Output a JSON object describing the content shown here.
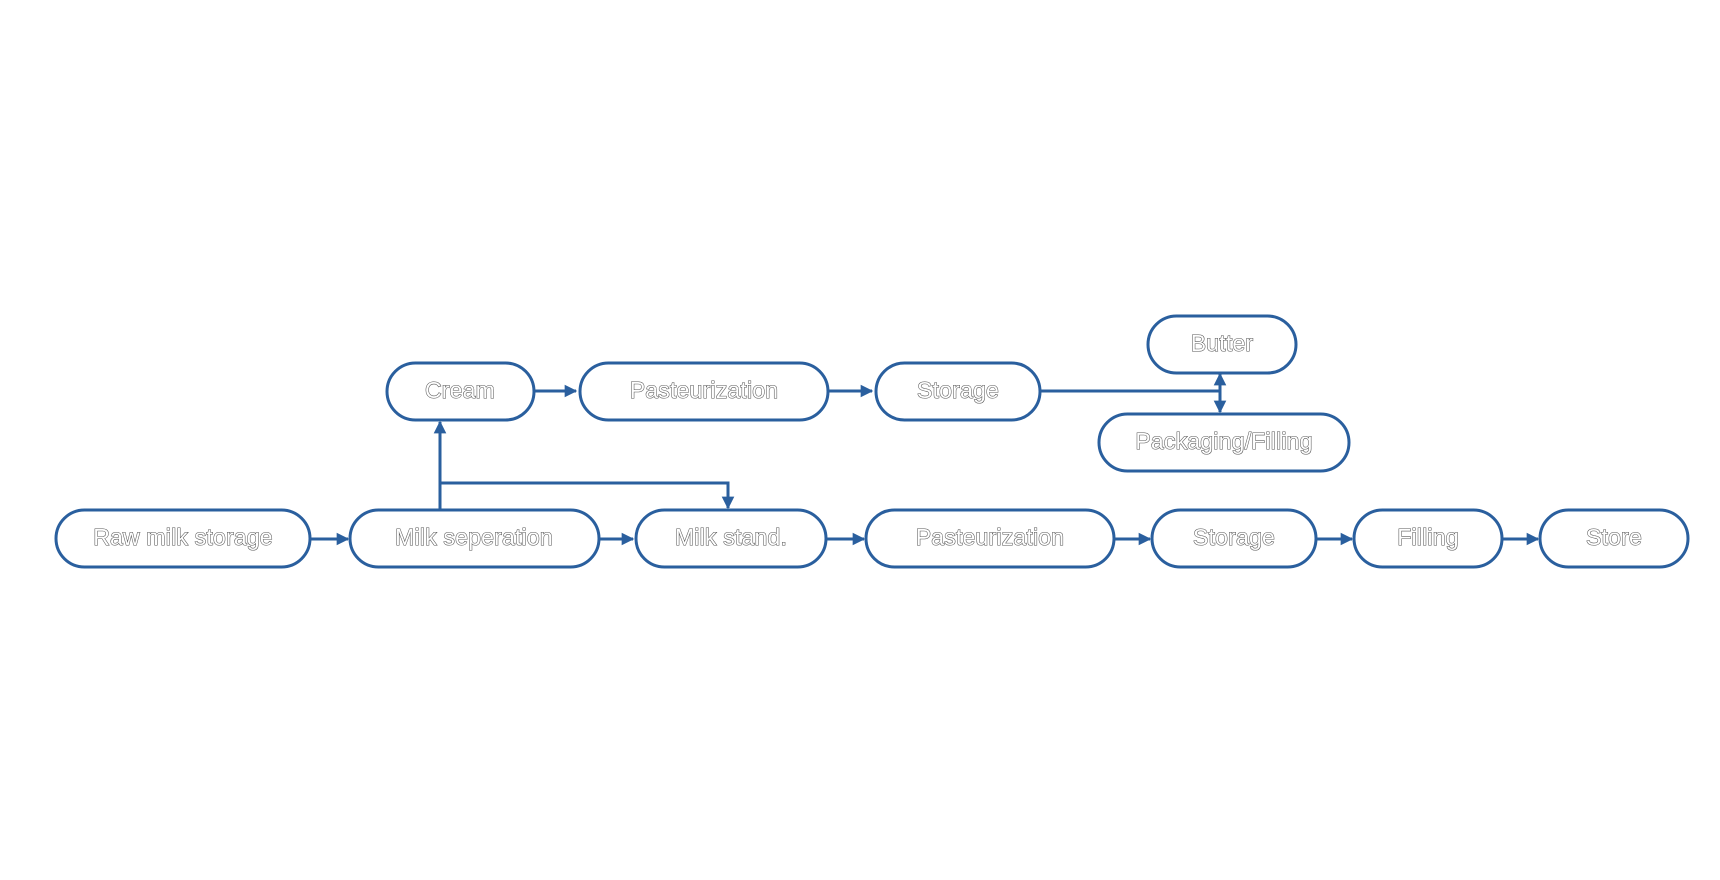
{
  "colors": {
    "node_border": "#2a5f9e",
    "edge": "#2a5f9e",
    "label_outline": "#555555",
    "background": "#ffffff"
  },
  "nodes": [
    {
      "id": "raw-milk-storage",
      "label": "Raw milk storage"
    },
    {
      "id": "milk-separation",
      "label": "Milk seperation"
    },
    {
      "id": "milk-standardization",
      "label": "Milk stand."
    },
    {
      "id": "milk-pasteurization",
      "label": "Pasteurization"
    },
    {
      "id": "milk-storage",
      "label": "Storage"
    },
    {
      "id": "milk-filling",
      "label": "Filling"
    },
    {
      "id": "store",
      "label": "Store"
    },
    {
      "id": "cream",
      "label": "Cream"
    },
    {
      "id": "cream-pasteurization",
      "label": "Pasteurization"
    },
    {
      "id": "cream-storage",
      "label": "Storage"
    },
    {
      "id": "butter",
      "label": "Butter"
    },
    {
      "id": "packaging-filling",
      "label": "Packaging/Filling"
    }
  ],
  "edges": [
    {
      "from": "raw-milk-storage",
      "to": "milk-separation"
    },
    {
      "from": "milk-separation",
      "to": "milk-standardization"
    },
    {
      "from": "milk-separation",
      "to": "cream"
    },
    {
      "from": "milk-separation",
      "to": "milk-standardization",
      "via": "branch"
    },
    {
      "from": "milk-standardization",
      "to": "milk-pasteurization"
    },
    {
      "from": "milk-pasteurization",
      "to": "milk-storage"
    },
    {
      "from": "milk-storage",
      "to": "milk-filling"
    },
    {
      "from": "milk-filling",
      "to": "store"
    },
    {
      "from": "cream",
      "to": "cream-pasteurization"
    },
    {
      "from": "cream-pasteurization",
      "to": "cream-storage"
    },
    {
      "from": "cream-storage",
      "to": "butter"
    },
    {
      "from": "cream-storage",
      "to": "packaging-filling"
    }
  ]
}
